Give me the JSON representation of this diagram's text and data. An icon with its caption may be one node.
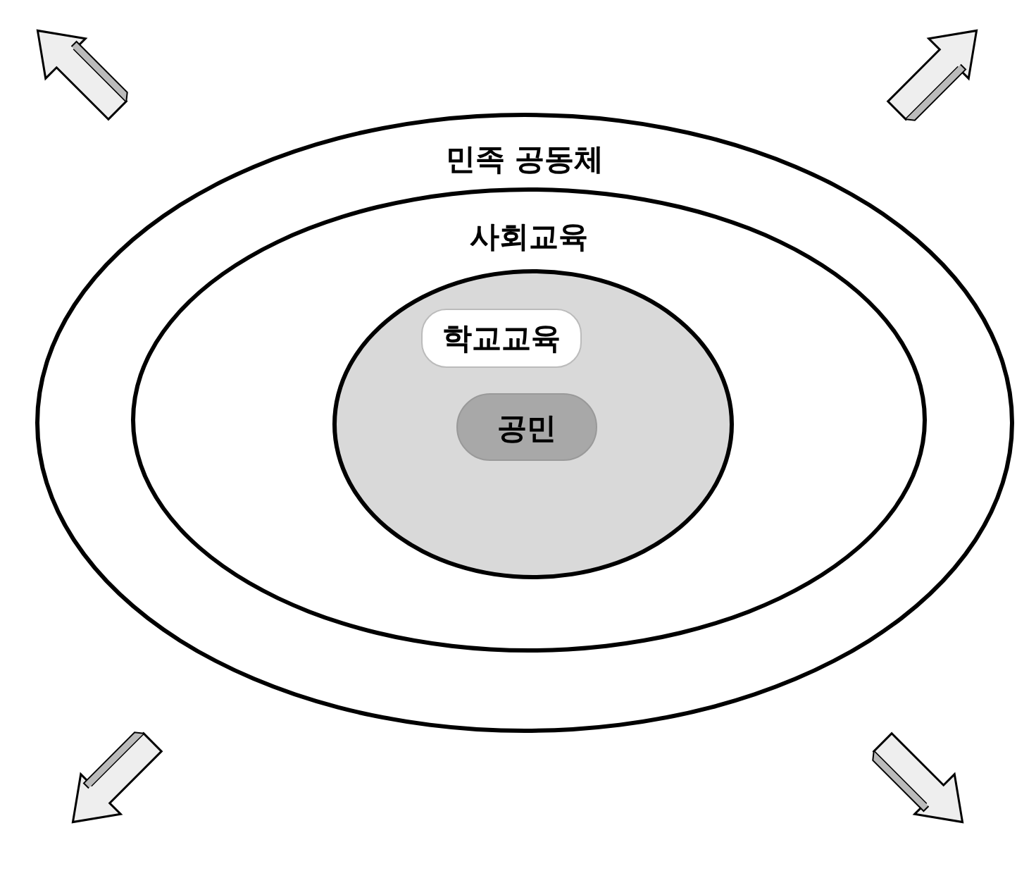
{
  "diagram": {
    "nodes": [
      {
        "text": [
          "민족 공동체"
        ]
      },
      {
        "text": [
          "사회교육"
        ],
        "in": 0
      },
      {
        "text": [
          "학교교육"
        ],
        "in": 1
      },
      {
        "text": [
          "공민"
        ],
        "in": 2
      }
    ]
  }
}
